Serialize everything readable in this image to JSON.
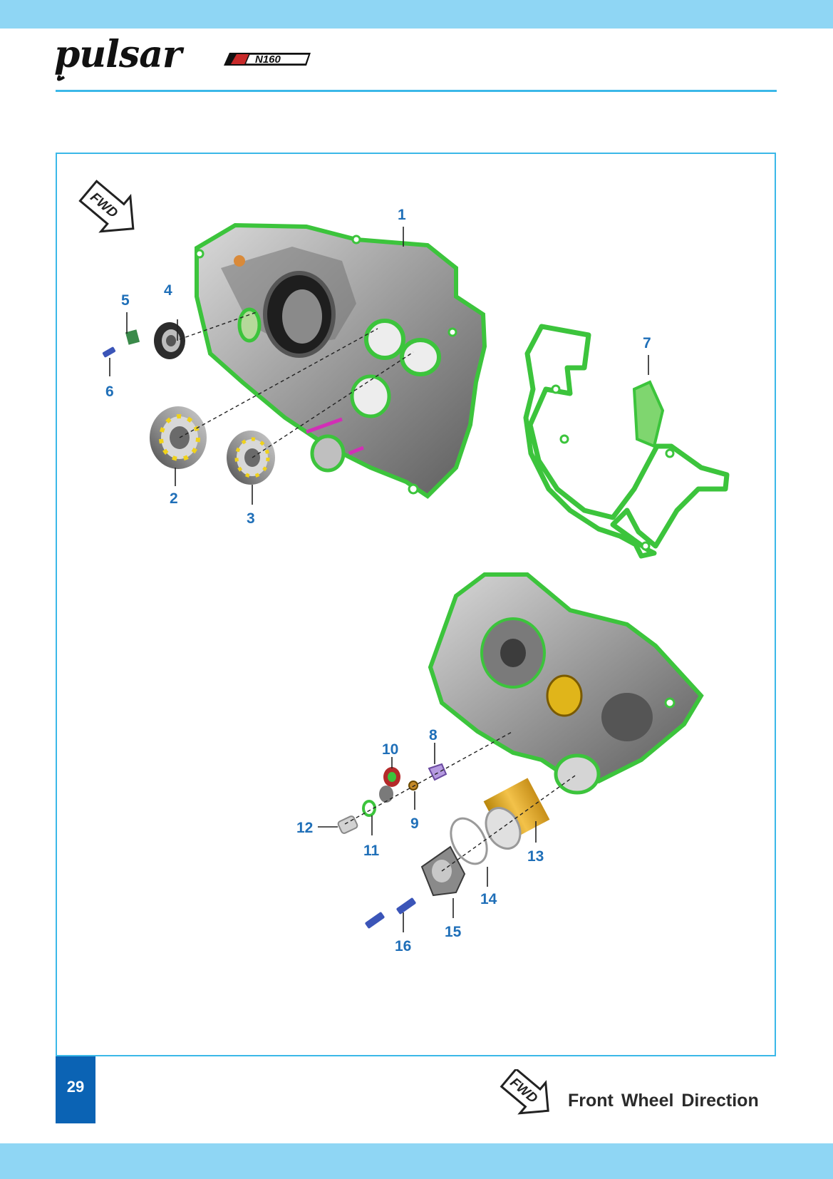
{
  "brand": {
    "logo_script": "pulsar",
    "logo_badge": "N160"
  },
  "fwd_marker": {
    "label": "FWD"
  },
  "callouts": [
    "1",
    "2",
    "3",
    "4",
    "5",
    "6",
    "7",
    "8",
    "9",
    "10",
    "11",
    "12",
    "13",
    "14",
    "15",
    "16"
  ],
  "page_number": "29",
  "legend": {
    "icon_label": "FWD",
    "text": "Front Wheel Direction"
  },
  "colors": {
    "band": "#8fd6f4",
    "rule": "#3bb8e8",
    "callout": "#1f6fb8",
    "gasket": "#3cc43c",
    "page_box": "#0b63b4"
  }
}
